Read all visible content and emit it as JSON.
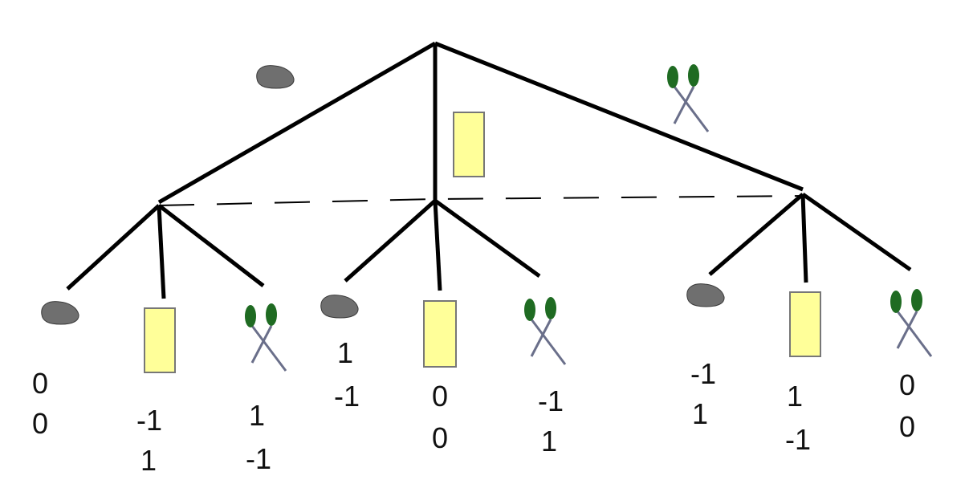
{
  "colors": {
    "edge": "#000000",
    "info_set": "#000000",
    "rock_fill": "#6f6f6f",
    "rock_stroke": "#3a3a3a",
    "paper_fill": "#ffff99",
    "paper_stroke": "#777777",
    "scissors_handle": "#1f6b22",
    "scissors_blade": "#6a6f8a"
  },
  "icons": {
    "rock": "rock-icon",
    "paper": "paper-icon",
    "scissors": "scissors-icon"
  },
  "tree": {
    "first_moves": [
      {
        "icon": "rock-icon"
      },
      {
        "icon": "paper-icon"
      },
      {
        "icon": "scissors-icon"
      }
    ],
    "second_moves": [
      [
        {
          "icon": "rock-icon",
          "payoff_p1": "0",
          "payoff_p2": "0"
        },
        {
          "icon": "paper-icon",
          "payoff_p1": "-1",
          "payoff_p2": "1"
        },
        {
          "icon": "scissors-icon",
          "payoff_p1": "1",
          "payoff_p2": "-1"
        }
      ],
      [
        {
          "icon": "rock-icon",
          "payoff_p1": "1",
          "payoff_p2": "-1"
        },
        {
          "icon": "paper-icon",
          "payoff_p1": "0",
          "payoff_p2": "0"
        },
        {
          "icon": "scissors-icon",
          "payoff_p1": "-1",
          "payoff_p2": "1"
        }
      ],
      [
        {
          "icon": "rock-icon",
          "payoff_p1": "-1",
          "payoff_p2": "1"
        },
        {
          "icon": "paper-icon",
          "payoff_p1": "1",
          "payoff_p2": "-1"
        },
        {
          "icon": "scissors-icon",
          "payoff_p1": "0",
          "payoff_p2": "0"
        }
      ]
    ]
  }
}
